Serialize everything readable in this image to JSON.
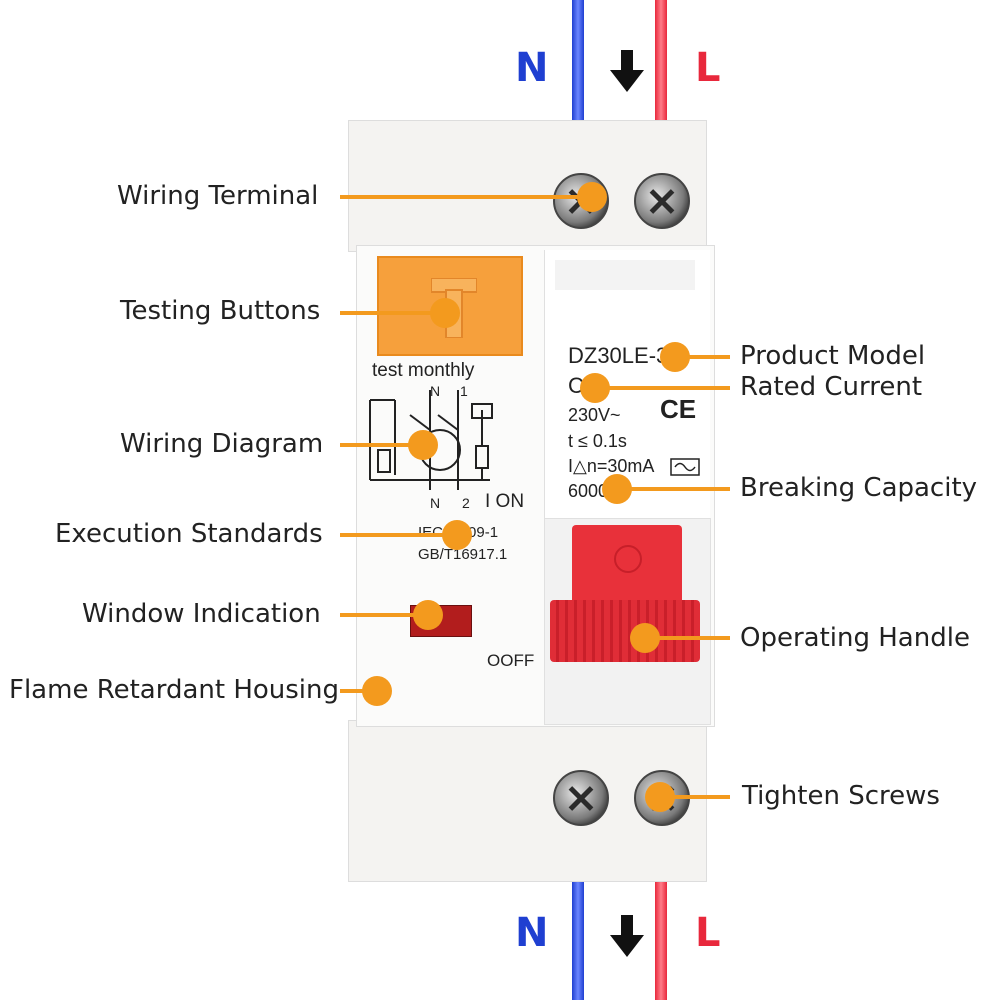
{
  "terminals": {
    "neutral_letter": "N",
    "live_letter": "L",
    "neutral_color": "#1f3fd1",
    "live_color": "#e8283c",
    "arrow_icon": "down-arrow-icon"
  },
  "device_text": {
    "test_monthly": "test monthly",
    "diagram_n": "N",
    "diagram_1": "1",
    "diagram_n2": "N",
    "diagram_2": "2",
    "on_label": "I ON",
    "standard_1": "IEC61009-1",
    "standard_2": "GB/T16917.1",
    "off_label": "OOFF",
    "product_model": "DZ30LE-32",
    "rated_current": "C32",
    "voltage": "230V~",
    "time": "t  ≤ 0.1s",
    "residual": "I△n=30mA",
    "breaking": "6000",
    "ce_mark": "CE"
  },
  "callouts": {
    "wiring_terminal": "Wiring Terminal",
    "testing_buttons": "Testing Buttons",
    "wiring_diagram": "Wiring Diagram",
    "execution_standards": "Execution Standards",
    "window_indication": "Window Indication",
    "flame_retardant_housing": "Flame Retardant Housing",
    "product_model": "Product Model",
    "rated_current": "Rated Current",
    "breaking_capacity": "Breaking Capacity",
    "operating_handle": "Operating Handle",
    "tighten_screws": "Tighten Screws"
  },
  "accent_color": "#f39a1e"
}
